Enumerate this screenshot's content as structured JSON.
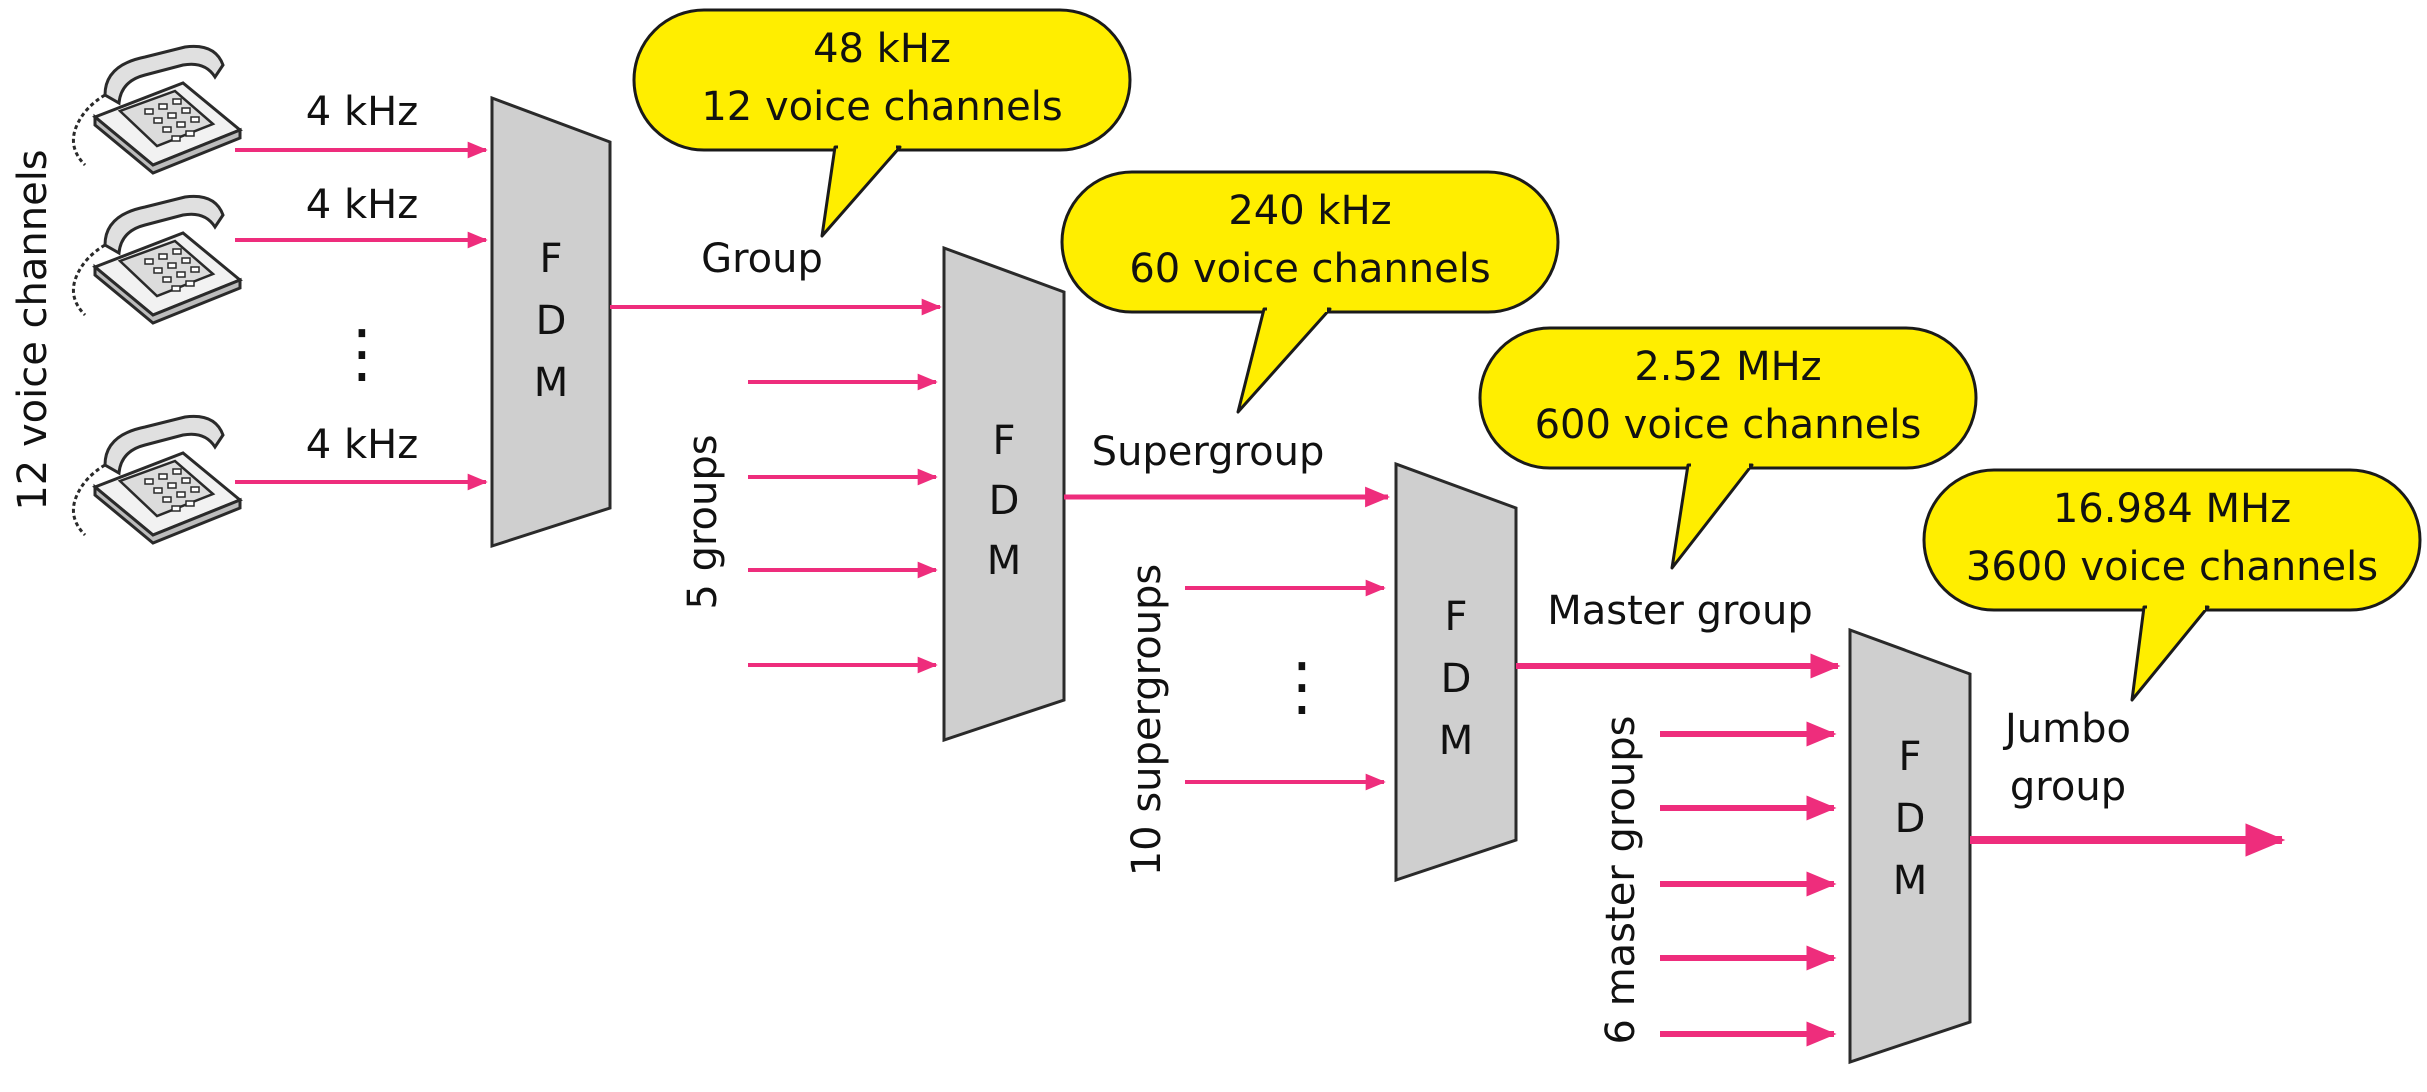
{
  "colors": {
    "arrow": "#ee2d7c",
    "bubble_fill": "#ffee00",
    "bubble_stroke": "#1a1a1a",
    "mux_fill": "#cfcfcf",
    "mux_stroke": "#2a2a2a",
    "background": "#ffffff"
  },
  "icons": [
    "telephone-icon"
  ],
  "inputs": {
    "phone_channel_label_1": "4 kHz",
    "phone_channel_label_2": "4 kHz",
    "phone_channel_label_3": "4 kHz",
    "phone_group_label": "12 voice channels",
    "groups_label": "5 groups",
    "supergroups_label": "10 supergroups",
    "master_groups_label": "6 master groups",
    "ellipsis": "⋮"
  },
  "multiplexers": [
    {
      "letters": [
        "F",
        "D",
        "M"
      ]
    },
    {
      "letters": [
        "F",
        "D",
        "M"
      ]
    },
    {
      "letters": [
        "F",
        "D",
        "M"
      ]
    },
    {
      "letters": [
        "F",
        "D",
        "M"
      ]
    }
  ],
  "outputs": {
    "group": "Group",
    "supergroup": "Supergroup",
    "master_group": "Master group",
    "jumbo_group_line1": "Jumbo",
    "jumbo_group_line2": "group"
  },
  "callouts": [
    {
      "line1": "48 kHz",
      "line2": "12 voice channels"
    },
    {
      "line1": "240 kHz",
      "line2": "60 voice channels"
    },
    {
      "line1": "2.52 MHz",
      "line2": "600 voice channels"
    },
    {
      "line1": "16.984 MHz",
      "line2": "3600 voice channels"
    }
  ]
}
